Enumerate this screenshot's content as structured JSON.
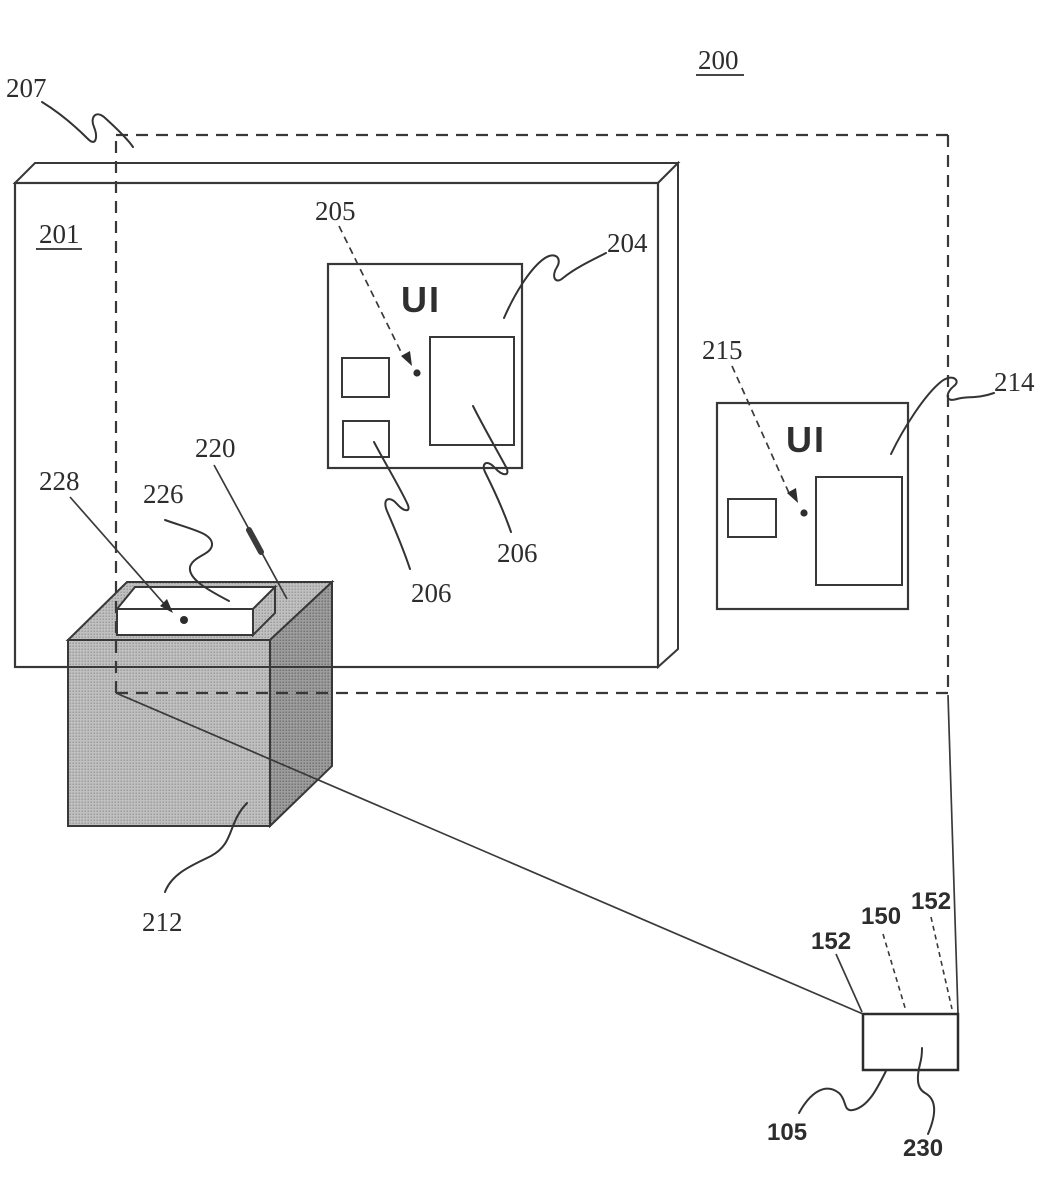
{
  "figure": {
    "background": "#ffffff",
    "line_color": "#383838",
    "cube_light_color": "#b5b5b5",
    "cube_dark_color": "#8e8e8e"
  },
  "labels": {
    "ref200": "200",
    "ref201": "201",
    "ref207": "207",
    "ref204": "204",
    "ref205": "205",
    "ref206_right": "206",
    "ref206_left": "206",
    "ref214": "214",
    "ref215": "215",
    "ref220": "220",
    "ref226": "226",
    "ref228": "228",
    "ref212": "212",
    "ref152_left": "152",
    "ref150": "150",
    "ref152_right": "152",
    "ref105": "105",
    "ref230": "230",
    "ui_main": "UI",
    "ui_secondary": "UI"
  }
}
